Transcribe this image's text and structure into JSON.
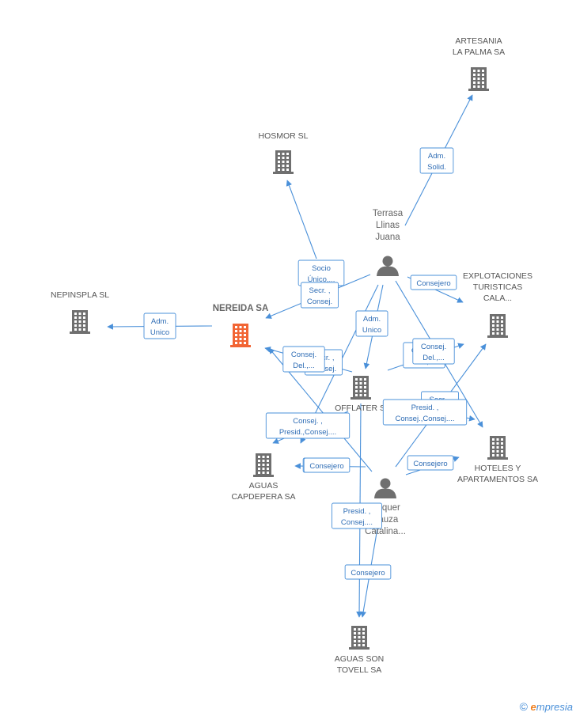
{
  "colors": {
    "edge": "#4a90d9",
    "company": "#6f6f6f",
    "focus": "#f26534",
    "person": "#6f6f6f"
  },
  "nodes": [
    {
      "id": "artesania",
      "kind": "company",
      "lines": [
        "ARTESANIA",
        "LA PALMA SA"
      ]
    },
    {
      "id": "hosmor",
      "kind": "company",
      "lines": [
        "HOSMOR SL"
      ]
    },
    {
      "id": "terrasa",
      "kind": "person",
      "lines": [
        "Terrasa",
        "Llinas",
        "Juana"
      ]
    },
    {
      "id": "explotaciones",
      "kind": "company",
      "lines": [
        "EXPLOTACIONES",
        "TURISTICAS",
        "CALA..."
      ]
    },
    {
      "id": "nepinspla",
      "kind": "company",
      "lines": [
        "NEPINSPLA SL"
      ]
    },
    {
      "id": "nereida",
      "kind": "focus",
      "lines": [
        "NEREIDA SA"
      ]
    },
    {
      "id": "offlater",
      "kind": "company",
      "lines": [
        "OFFLATER SL"
      ]
    },
    {
      "id": "hoteles",
      "kind": "company",
      "lines": [
        "HOTELES Y",
        "APARTAMENTOS SA"
      ]
    },
    {
      "id": "capdepera",
      "kind": "company",
      "lines": [
        "AGUAS",
        "CAPDEPERA SA"
      ]
    },
    {
      "id": "roquer",
      "kind": "person",
      "lines": [
        "Roquer",
        "Bauza",
        "Catalina..."
      ]
    },
    {
      "id": "sontovell",
      "kind": "company",
      "lines": [
        "AGUAS SON",
        "TOVELL SA"
      ]
    }
  ],
  "edges": [
    {
      "from": "terrasa",
      "to": "artesania",
      "label": [
        "Adm.",
        "Solid."
      ]
    },
    {
      "from": "terrasa",
      "to": "hosmor",
      "label": [
        "Socio",
        "Único,..."
      ]
    },
    {
      "from": "terrasa",
      "to": "nereida",
      "label": [
        "Secr. ,",
        "Consej."
      ]
    },
    {
      "from": "terrasa",
      "to": "explotaciones",
      "label": [
        "Consejero"
      ]
    },
    {
      "from": "terrasa",
      "to": "offlater",
      "label": [
        "Adm.",
        "Unico"
      ]
    },
    {
      "from": "terrasa",
      "to": "hoteles",
      "label": [
        "Consej.",
        "Del.,..."
      ]
    },
    {
      "from": "terrasa",
      "to": "capdepera",
      "label": [
        "Consejero"
      ]
    },
    {
      "from": "nereida",
      "to": "nepinspla",
      "label": [
        "Adm.",
        "Unico"
      ]
    },
    {
      "from": "offlater",
      "to": "nereida",
      "label": [
        "Secr. ,",
        "Consej."
      ]
    },
    {
      "from": "offlater",
      "to": "explotaciones",
      "label": [
        "Consej.",
        "Del.,..."
      ]
    },
    {
      "from": "offlater",
      "to": "sontovell",
      "label": [
        "Consejero"
      ]
    },
    {
      "from": "roquer",
      "to": "nereida",
      "label": [
        "Consej.",
        "Del.,..."
      ]
    },
    {
      "from": "roquer",
      "to": "capdepera",
      "label": [
        "Consejero"
      ]
    },
    {
      "from": "roquer",
      "to": "hoteles",
      "label": [
        "Consejero"
      ]
    },
    {
      "from": "roquer",
      "to": "explotaciones",
      "label": [
        "Secr. ,",
        "Consej."
      ]
    },
    {
      "from": "roquer",
      "to": "sontovell",
      "label": [
        "Presid. ,",
        "Consej...."
      ]
    },
    {
      "from": "offlater",
      "to": "capdepera",
      "label": [
        "Consej. ,",
        "Presid.,Consej...."
      ]
    },
    {
      "from": "offlater",
      "to": "hoteles",
      "label": [
        "Presid. ,",
        "Consej.,Consej...."
      ]
    }
  ],
  "footer": {
    "copyright": "©",
    "brand_initial": "e",
    "brand_rest": "mpresia"
  }
}
